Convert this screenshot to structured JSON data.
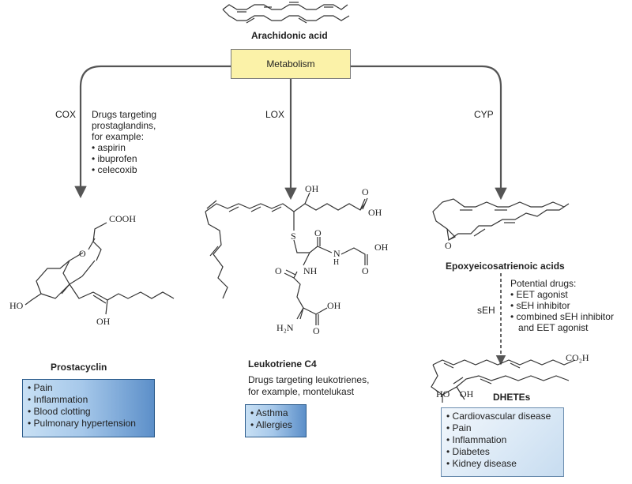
{
  "precursor": {
    "name": "Arachidonic acid"
  },
  "center": {
    "label": "Metabolism"
  },
  "pathways": {
    "cox": {
      "enzyme": "COX",
      "drugs_intro": [
        "Drugs targeting",
        "prostaglandins,",
        "for example:"
      ],
      "drugs": [
        "aspirin",
        "ibuprofen",
        "celecoxib"
      ],
      "product": "Prostacyclin",
      "effects": [
        "Pain",
        "Inflammation",
        "Blood clotting",
        "Pulmonary hypertension"
      ],
      "atoms": {
        "cooh": "COOH",
        "ho": "HO",
        "oh": "OH",
        "o": "O"
      }
    },
    "lox": {
      "enzyme": "LOX",
      "product": "Leukotriene C4",
      "drugs_text": [
        "Drugs targeting leukotrienes,",
        "for example, montelukast"
      ],
      "effects": [
        "Asthma",
        "Allergies"
      ],
      "atoms": {
        "oh_top": "OH",
        "o_acid": "O",
        "oh_acid": "OH",
        "s": "S",
        "o_amide1": "O",
        "nh_gly": "N",
        "h_gly": "H",
        "oh_gly": "OH",
        "o_gly": "O",
        "o_amide2": "O",
        "nh": "NH",
        "h2n": "H₂N",
        "oh_glu": "OH",
        "o_glu": "O"
      }
    },
    "cyp": {
      "enzyme": "CYP",
      "product": "Epoxyeicosatrienoic acids",
      "second_enzyme": "sEH",
      "drugs_intro": "Potential drugs:",
      "drugs": [
        "EET agonist",
        "sEH inhibitor",
        "combined sEH inhibitor",
        "and EET agonist"
      ],
      "product2": "DHETEs",
      "effects": [
        "Cardiovascular disease",
        "Pain",
        "Inflammation",
        "Diabetes",
        "Kidney disease"
      ],
      "atoms": {
        "o": "O",
        "co2h": "CO₂H",
        "ho": "HO",
        "oh": "OH"
      }
    }
  },
  "colors": {
    "metabolism_box": "#fbf2a8",
    "effects_dark": "#5c8fc9",
    "effects_light": "#dbe9f6",
    "arrow": "#555555"
  }
}
